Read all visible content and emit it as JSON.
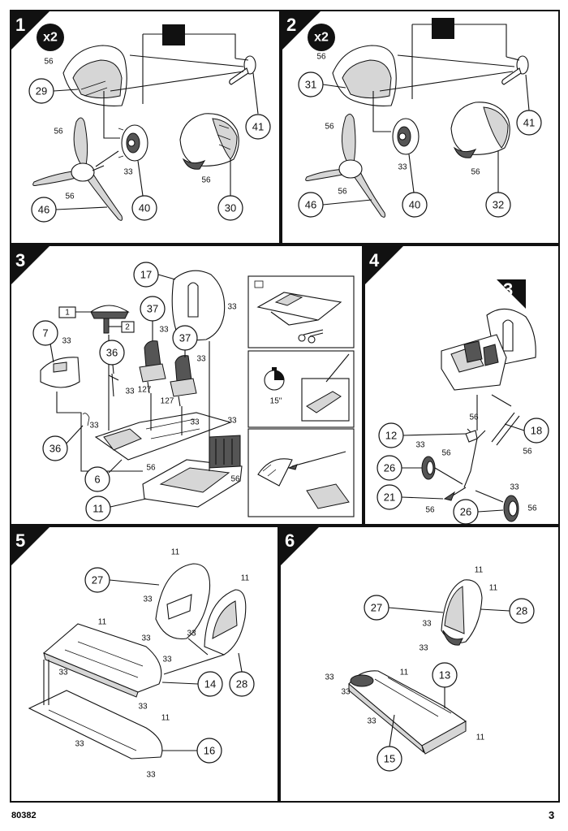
{
  "document": {
    "code": "80382",
    "page_number": "3"
  },
  "steps": [
    {
      "number": "1",
      "multiplier": "x2",
      "parts": [
        "29",
        "41",
        "40",
        "30",
        "46"
      ],
      "paint": [
        "56",
        "56",
        "56",
        "33",
        "56"
      ]
    },
    {
      "number": "2",
      "multiplier": "x2",
      "parts": [
        "31",
        "41",
        "40",
        "32",
        "46"
      ],
      "paint": [
        "56",
        "56",
        "56",
        "33",
        "56"
      ]
    },
    {
      "number": "3",
      "parts": [
        "17",
        "37",
        "37",
        "7",
        "36",
        "36",
        "6",
        "11"
      ],
      "paint": [
        "33",
        "33",
        "33",
        "33",
        "33",
        "33",
        "127",
        "127",
        "33",
        "33",
        "56",
        "56"
      ],
      "callouts": [
        "1",
        "2"
      ],
      "timer": "15\""
    },
    {
      "number": "4",
      "ref_step": "3",
      "parts": [
        "12",
        "18",
        "26",
        "21",
        "26"
      ],
      "paint": [
        "56",
        "56",
        "33",
        "56",
        "56",
        "33",
        "56"
      ]
    },
    {
      "number": "5",
      "parts": [
        "27",
        "28",
        "14",
        "16"
      ],
      "paint": [
        "11",
        "11",
        "33",
        "33",
        "33",
        "11",
        "33",
        "33",
        "33",
        "11",
        "33",
        "33"
      ]
    },
    {
      "number": "6",
      "parts": [
        "27",
        "28",
        "13",
        "15"
      ],
      "paint": [
        "11",
        "11",
        "33",
        "33",
        "33",
        "11",
        "33",
        "33",
        "11"
      ]
    }
  ],
  "colors": {
    "ink": "#111111",
    "panel_bg": "#ffffff",
    "paper": "#ffffff",
    "shade": "#d6d6d6"
  },
  "icons": [
    "propeller-icon",
    "engine-cowling-icon",
    "scissors-icon",
    "stopwatch-icon",
    "paint-brush-icon",
    "wheel-icon"
  ]
}
